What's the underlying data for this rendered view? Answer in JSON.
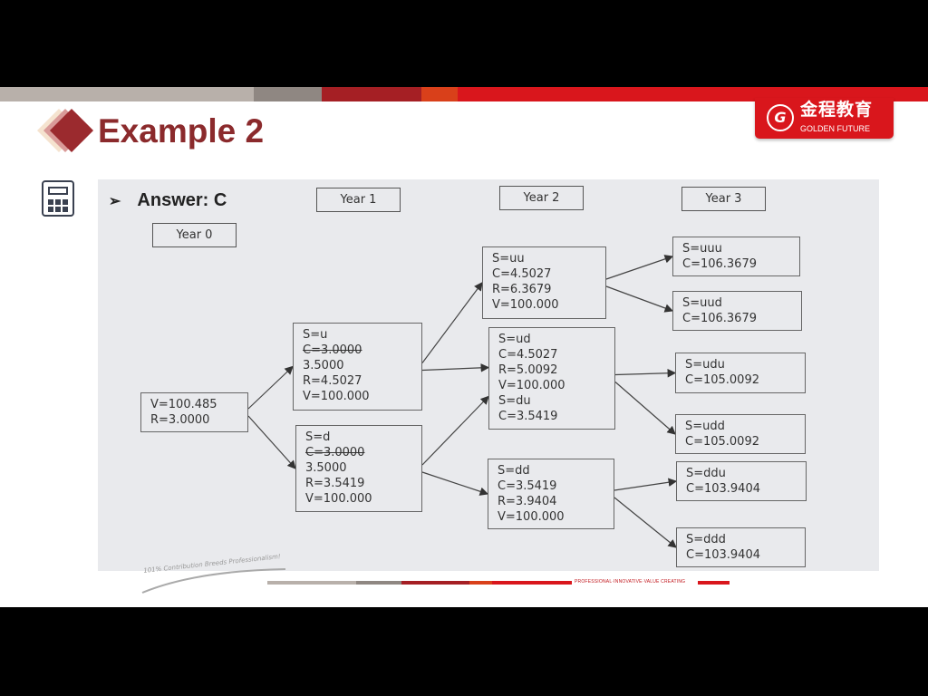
{
  "header": {
    "title": "Example 2",
    "logo_cn": "金程教育",
    "logo_en": "GOLDEN FUTURE",
    "logo_seal": "G",
    "colors": {
      "brand_red": "#d9161c",
      "title": "#8b2a2c",
      "panel": "#e9eaed"
    }
  },
  "answer": {
    "bullet": "➢",
    "text": "Answer: C"
  },
  "years": [
    "Year 0",
    "Year 1",
    "Year 2",
    "Year 3"
  ],
  "nodes": [
    {
      "id": "root",
      "lines": [
        {
          "text": "V=100.485"
        },
        {
          "text": "R=3.0000"
        }
      ]
    },
    {
      "id": "u",
      "lines": [
        {
          "text": "S=u"
        },
        {
          "text": "C=3.0000",
          "struck": true
        },
        {
          "text": "3.5000"
        },
        {
          "text": "R=4.5027"
        },
        {
          "text": "V=100.000"
        }
      ]
    },
    {
      "id": "d",
      "lines": [
        {
          "text": "S=d"
        },
        {
          "text": "C=3.0000",
          "struck": true
        },
        {
          "text": "3.5000"
        },
        {
          "text": "R=3.5419"
        },
        {
          "text": "V=100.000"
        }
      ]
    },
    {
      "id": "uu",
      "lines": [
        {
          "text": "S=uu"
        },
        {
          "text": "C=4.5027"
        },
        {
          "text": "R=6.3679"
        },
        {
          "text": "V=100.000"
        }
      ]
    },
    {
      "id": "ud",
      "lines": [
        {
          "text": "S=ud"
        },
        {
          "text": "C=4.5027"
        },
        {
          "text": "R=5.0092"
        },
        {
          "text": "V=100.000"
        },
        {
          "text": "S=du"
        },
        {
          "text": "C=3.5419"
        }
      ]
    },
    {
      "id": "dd",
      "lines": [
        {
          "text": "S=dd"
        },
        {
          "text": "C=3.5419"
        },
        {
          "text": "R=3.9404"
        },
        {
          "text": "V=100.000"
        }
      ]
    },
    {
      "id": "uuu",
      "lines": [
        {
          "text": "S=uuu"
        },
        {
          "text": "C=106.3679"
        }
      ]
    },
    {
      "id": "uud",
      "lines": [
        {
          "text": "S=uud"
        },
        {
          "text": "C=106.3679"
        }
      ]
    },
    {
      "id": "udu",
      "lines": [
        {
          "text": "S=udu"
        },
        {
          "text": "C=105.0092"
        }
      ]
    },
    {
      "id": "udd",
      "lines": [
        {
          "text": "S=udd"
        },
        {
          "text": "C=105.0092"
        }
      ]
    },
    {
      "id": "ddu",
      "lines": [
        {
          "text": "S=ddu"
        },
        {
          "text": "C=103.9404"
        }
      ]
    },
    {
      "id": "ddd",
      "lines": [
        {
          "text": "S=ddd"
        },
        {
          "text": "C=103.9404"
        }
      ]
    }
  ],
  "edges": [
    [
      "root",
      "u"
    ],
    [
      "root",
      "d"
    ],
    [
      "u",
      "uu"
    ],
    [
      "u",
      "ud"
    ],
    [
      "d",
      "ud"
    ],
    [
      "d",
      "dd"
    ],
    [
      "uu",
      "uuu"
    ],
    [
      "uu",
      "uud"
    ],
    [
      "ud",
      "udu"
    ],
    [
      "ud",
      "udd"
    ],
    [
      "dd",
      "ddu"
    ],
    [
      "dd",
      "ddd"
    ]
  ],
  "footer": {
    "tagline": "101% Contribution Breeds Professionalism!",
    "motto": "PROFESSIONAL·INNOVATIVE·VALUE CREATING"
  }
}
